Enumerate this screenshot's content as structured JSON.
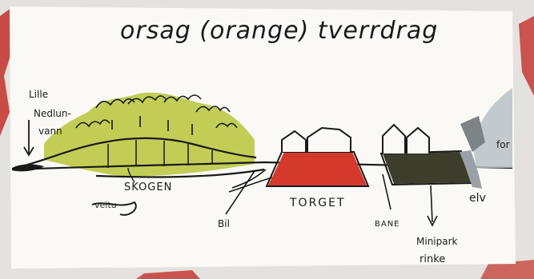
{
  "title": "orsag (orange) tverrdrag",
  "labels": {
    "lake": [
      "Lille",
      "Nedlun-",
      "vann"
    ],
    "forest": "SKOGEN",
    "scribble": "veitu",
    "car": "Bil",
    "square": "TORGET",
    "track": "BANE",
    "park": [
      "Minipark",
      "rinke"
    ],
    "river": "elv",
    "edge": "for"
  },
  "colors": {
    "paper": "#faf9f6",
    "outer": "#e4e1de",
    "ink": "#1a1a1a",
    "forest_green": "#b7c53a",
    "square_red": "#d5392c",
    "park_dark": "#3c3d2a",
    "river_grey": "#9aa0a6",
    "edge_red": "#c3302a"
  }
}
